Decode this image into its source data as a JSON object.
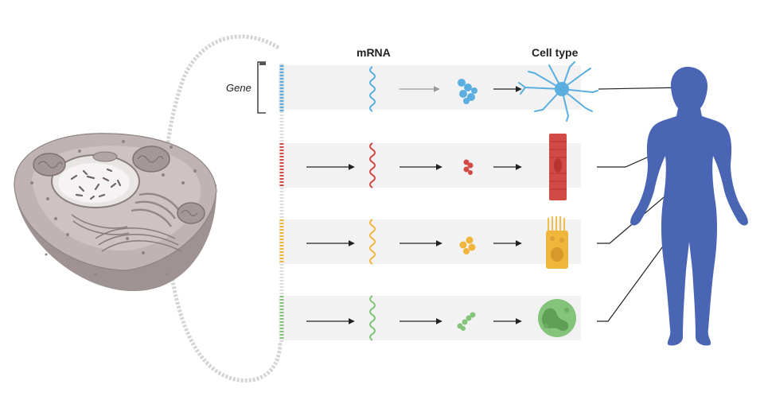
{
  "labels": {
    "gene": "Gene",
    "mrna": "mRNA",
    "cell_type": "Cell type"
  },
  "colors": {
    "blue": "#5aaee0",
    "red": "#d24a45",
    "yellow": "#efb63b",
    "green": "#84c47a",
    "body": "#4a65b4",
    "row_band": "#f2f2f2",
    "cell_shell": "#b9acab",
    "arrow": "#222222"
  },
  "rows": [
    {
      "gene_color": "blue",
      "cell": "neuron",
      "organ": "brain"
    },
    {
      "gene_color": "red",
      "cell": "muscle-cell",
      "organ": "arm"
    },
    {
      "gene_color": "yellow",
      "cell": "epithelial-cell",
      "organ": "abdomen"
    },
    {
      "gene_color": "green",
      "cell": "white-blood-cell",
      "organ": "leg"
    }
  ]
}
